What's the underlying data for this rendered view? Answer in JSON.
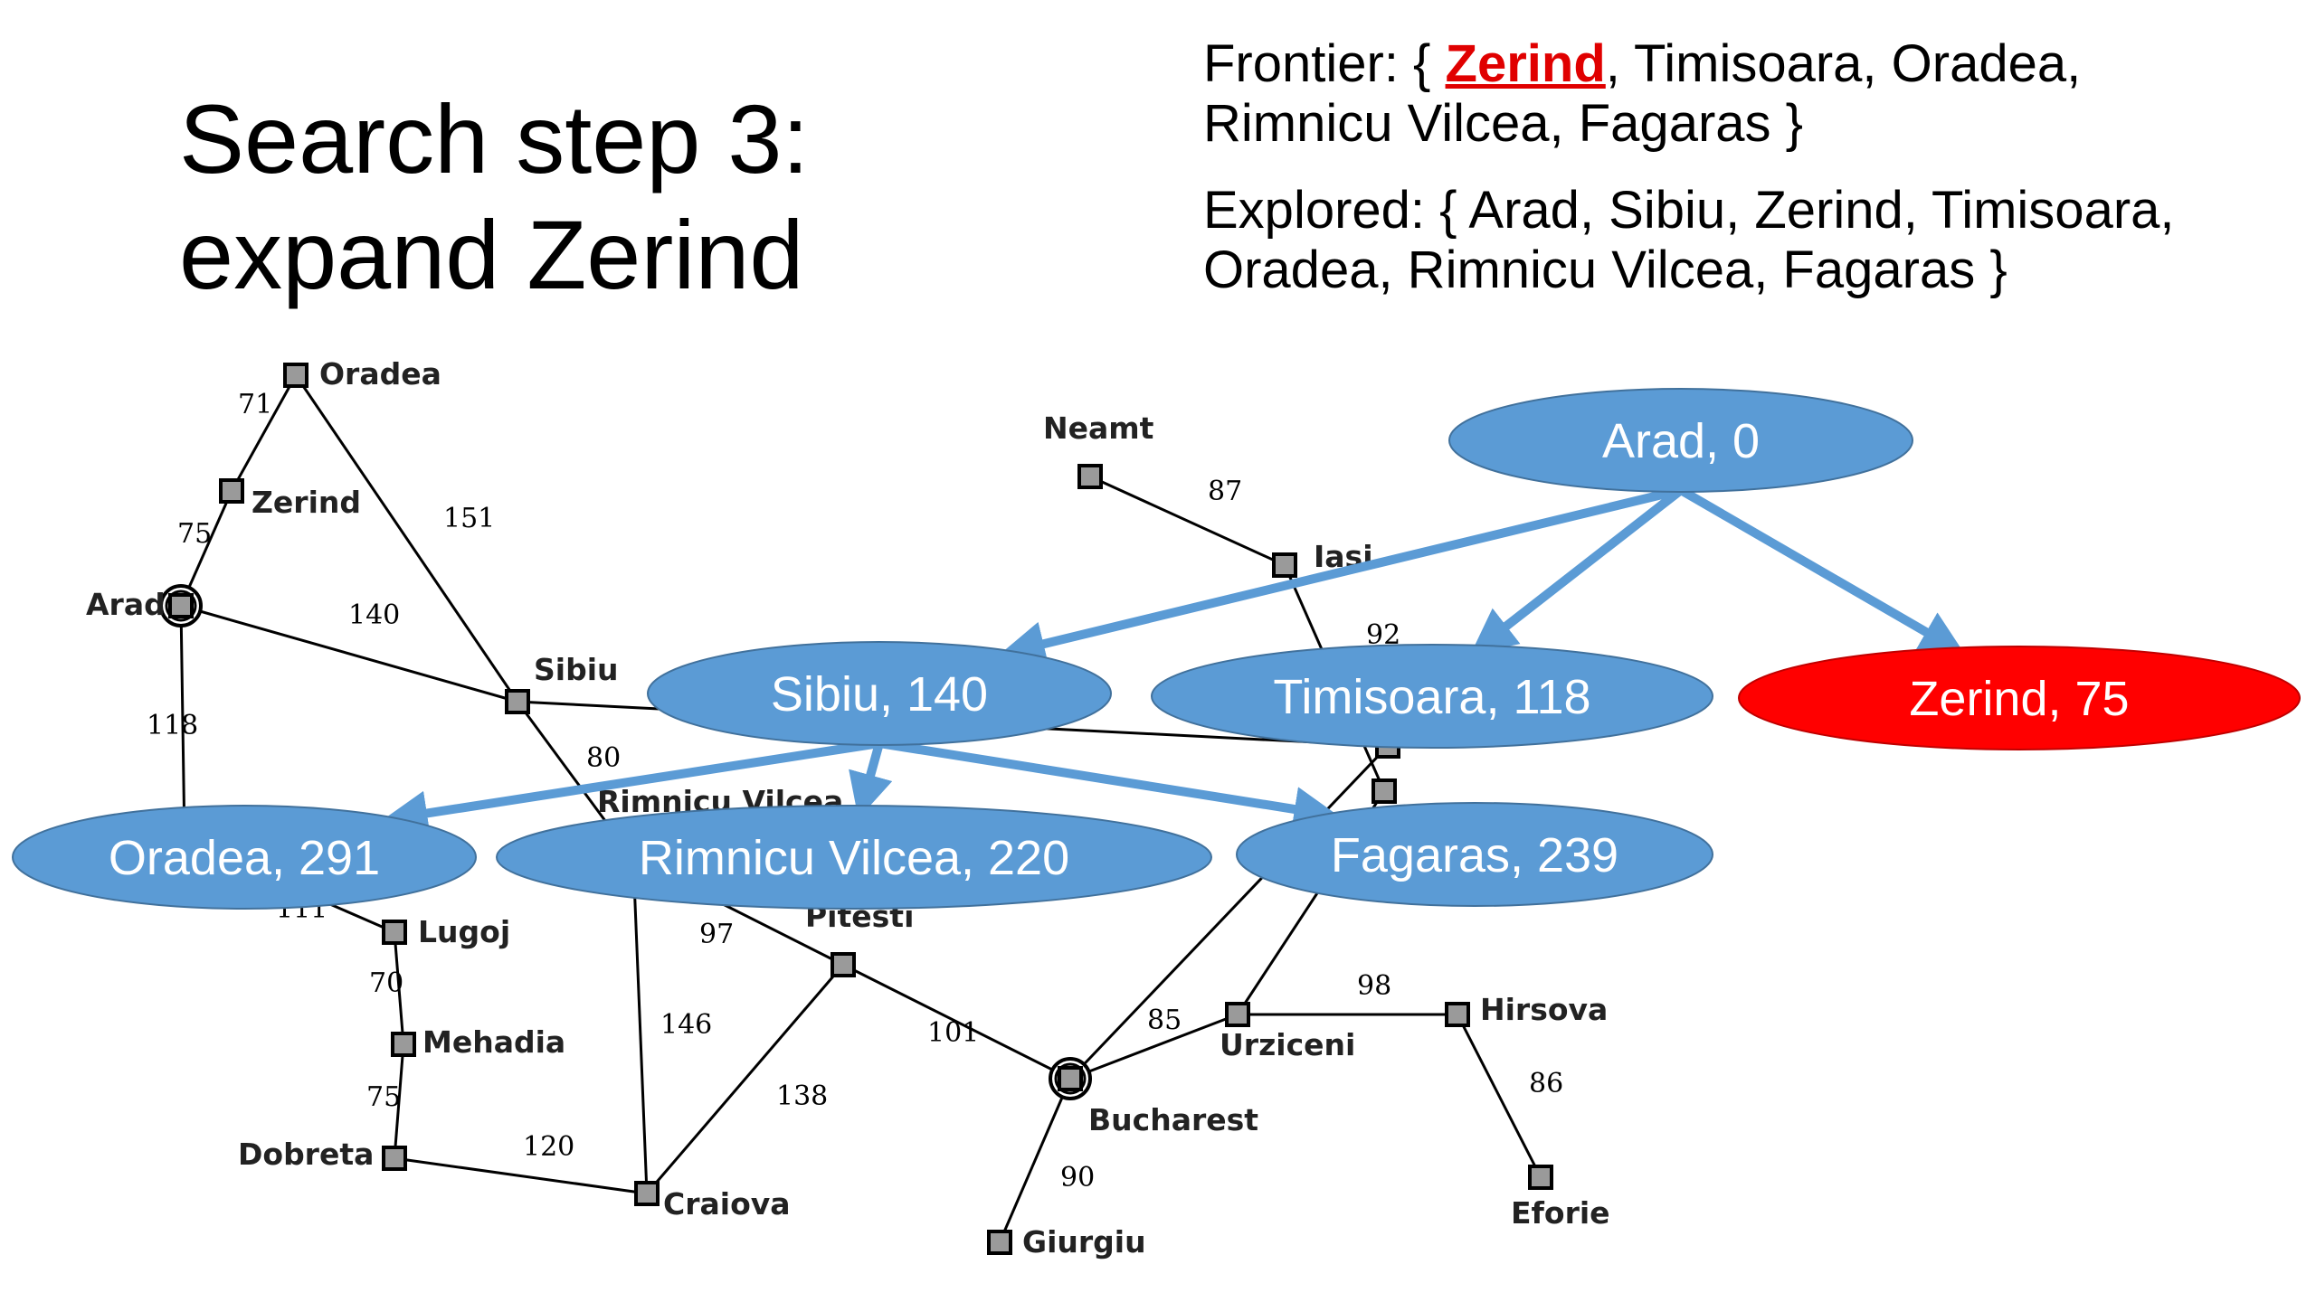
{
  "slide": {
    "title_line1": "Search step 3:",
    "title_line2": "expand Zerind"
  },
  "frontier": {
    "prefix": "Frontier: { ",
    "highlight": "Zerind",
    "rest_line1": ", Timisoara, Oradea,",
    "line2": "Rimnicu Vilcea, Fagaras }"
  },
  "explored": {
    "line1": "Explored: { Arad, Sibiu, Zerind, Timisoara,",
    "line2": "Oradea, Rimnicu Vilcea, Fagaras }"
  },
  "colors": {
    "tree_node": "#5b9bd5",
    "tree_node_border": "#41719c",
    "highlight_node": "#ff0000",
    "tree_edge": "#5b9bd5",
    "map_line": "#000000",
    "highlight_text": "#e00000"
  },
  "map": {
    "cities": [
      {
        "id": "oradea",
        "name": "Oradea"
      },
      {
        "id": "zerind",
        "name": "Zerind"
      },
      {
        "id": "arad",
        "name": "Arad"
      },
      {
        "id": "sibiu",
        "name": "Sibiu"
      },
      {
        "id": "timisoara",
        "name": ""
      },
      {
        "id": "lugoj",
        "name": "Lugoj"
      },
      {
        "id": "mehadia",
        "name": "Mehadia"
      },
      {
        "id": "dobreta",
        "name": "Dobreta"
      },
      {
        "id": "craiova",
        "name": "Craiova"
      },
      {
        "id": "rimnicu",
        "name": "Rimnicu Vilcea"
      },
      {
        "id": "pitesti",
        "name": "Pitesti"
      },
      {
        "id": "fagaras",
        "name": ""
      },
      {
        "id": "bucharest",
        "name": "Bucharest"
      },
      {
        "id": "giurgiu",
        "name": "Giurgiu"
      },
      {
        "id": "urziceni",
        "name": "Urziceni"
      },
      {
        "id": "hirsova",
        "name": "Hirsova"
      },
      {
        "id": "eforie",
        "name": "Eforie"
      },
      {
        "id": "vaslui",
        "name": ""
      },
      {
        "id": "iasi",
        "name": "Iasi"
      },
      {
        "id": "neamt",
        "name": "Neamt"
      }
    ],
    "roads": [
      {
        "from": "oradea",
        "to": "zerind",
        "cost": "71"
      },
      {
        "from": "zerind",
        "to": "arad",
        "cost": "75"
      },
      {
        "from": "oradea",
        "to": "sibiu",
        "cost": "151"
      },
      {
        "from": "arad",
        "to": "sibiu",
        "cost": "140"
      },
      {
        "from": "arad",
        "to": "timisoara",
        "cost": "118"
      },
      {
        "from": "timisoara",
        "to": "lugoj",
        "cost": "111"
      },
      {
        "from": "lugoj",
        "to": "mehadia",
        "cost": "70"
      },
      {
        "from": "mehadia",
        "to": "dobreta",
        "cost": "75"
      },
      {
        "from": "dobreta",
        "to": "craiova",
        "cost": "120"
      },
      {
        "from": "sibiu",
        "to": "rimnicu",
        "cost": "80"
      },
      {
        "from": "sibiu",
        "to": "fagaras",
        "cost": ""
      },
      {
        "from": "rimnicu",
        "to": "craiova",
        "cost": "146"
      },
      {
        "from": "rimnicu",
        "to": "pitesti",
        "cost": "97"
      },
      {
        "from": "craiova",
        "to": "pitesti",
        "cost": "138"
      },
      {
        "from": "pitesti",
        "to": "bucharest",
        "cost": "101"
      },
      {
        "from": "fagaras",
        "to": "bucharest",
        "cost": ""
      },
      {
        "from": "bucharest",
        "to": "giurgiu",
        "cost": "90"
      },
      {
        "from": "bucharest",
        "to": "urziceni",
        "cost": "85"
      },
      {
        "from": "urziceni",
        "to": "hirsova",
        "cost": "98"
      },
      {
        "from": "hirsova",
        "to": "eforie",
        "cost": "86"
      },
      {
        "from": "urziceni",
        "to": "vaslui",
        "cost": ""
      },
      {
        "from": "vaslui",
        "to": "iasi",
        "cost": "92"
      },
      {
        "from": "iasi",
        "to": "neamt",
        "cost": "87"
      }
    ]
  },
  "tree": {
    "nodes": [
      {
        "id": "t-arad",
        "label": "Arad, 0",
        "highlight": false
      },
      {
        "id": "t-sibiu",
        "label": "Sibiu, 140",
        "highlight": false
      },
      {
        "id": "t-timisoara",
        "label": "Timisoara, 118",
        "highlight": false
      },
      {
        "id": "t-zerind",
        "label": "Zerind, 75",
        "highlight": true
      },
      {
        "id": "t-oradea",
        "label": "Oradea, 291",
        "highlight": false
      },
      {
        "id": "t-rimnicu",
        "label": "Rimnicu Vilcea, 220",
        "highlight": false
      },
      {
        "id": "t-fagaras",
        "label": "Fagaras, 239",
        "highlight": false
      }
    ],
    "edges": [
      {
        "from": "t-arad",
        "to": "t-sibiu"
      },
      {
        "from": "t-arad",
        "to": "t-timisoara"
      },
      {
        "from": "t-arad",
        "to": "t-zerind"
      },
      {
        "from": "t-sibiu",
        "to": "t-oradea"
      },
      {
        "from": "t-sibiu",
        "to": "t-rimnicu"
      },
      {
        "from": "t-sibiu",
        "to": "t-fagaras"
      }
    ]
  }
}
